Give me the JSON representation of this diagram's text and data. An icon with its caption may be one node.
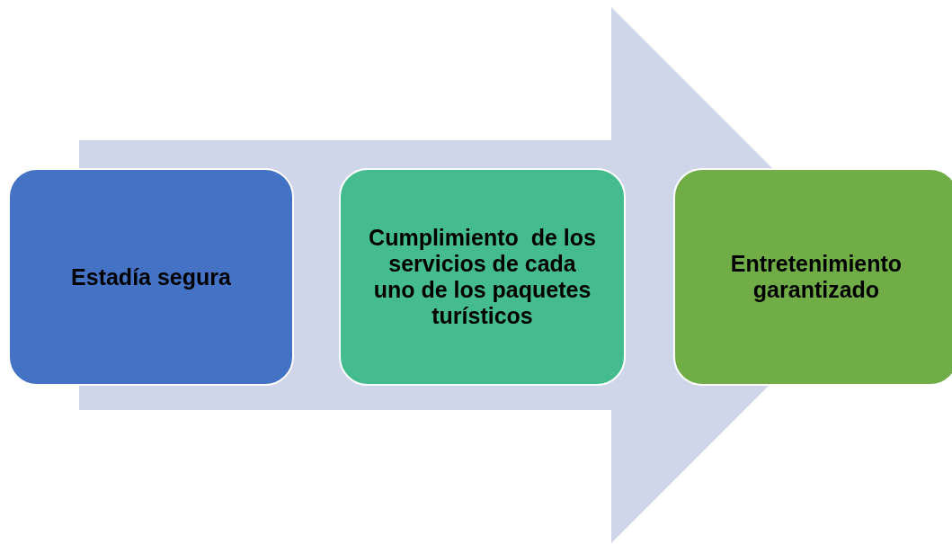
{
  "diagram": {
    "nodes": [
      {
        "text": [
          "Estadía segura"
        ]
      },
      {
        "text": [
          "Cumplimiento  de los servicios de cada uno de los paquetes turísticos"
        ]
      },
      {
        "text": [
          "Entretenimiento garantizado"
        ]
      }
    ],
    "edges": [
      {
        "from": 0,
        "to": 2,
        "arrow": "to"
      }
    ]
  }
}
